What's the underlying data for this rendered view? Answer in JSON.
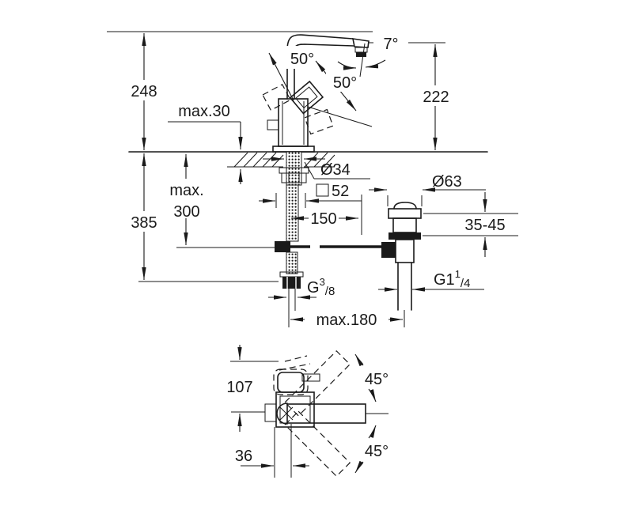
{
  "drawing": {
    "type": "faucet technical dimension drawing",
    "background": "#ffffff",
    "line_color": "#1a1a1a",
    "side_view": {
      "total_height": "248",
      "deck_thickness": "max.30",
      "handle_swing_left": "50°",
      "handle_swing_right": "50°",
      "aerator_angle": "7°",
      "spout_height": "222",
      "mounting_depth_line1": "max.",
      "mounting_depth_line2": "300",
      "below_deck_height": "385",
      "hole_diameter": "Ø34",
      "body_width": "52",
      "waste_distance": "150",
      "waste_flange_diameter": "Ø63",
      "clamping_range": "35-45",
      "supply_thread": {
        "base": "G",
        "numerator": "3",
        "denominator": "/8"
      },
      "waste_thread": {
        "base": "G1",
        "numerator": "1",
        "denominator": "/4"
      },
      "supply_reach": "max.180"
    },
    "plan_view": {
      "handle_depth": "107",
      "spout_offset": "36",
      "swivel_up": "45°",
      "swivel_down": "45°"
    }
  }
}
